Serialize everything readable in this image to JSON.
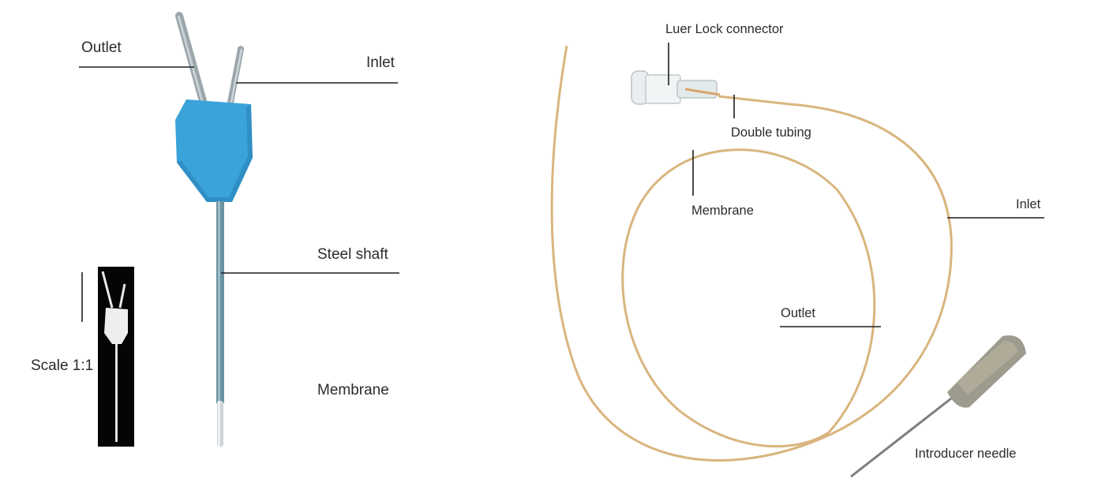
{
  "left": {
    "labels": {
      "outlet": "Outlet",
      "inlet": "Inlet",
      "steel_shaft": "Steel shaft",
      "membrane": "Membrane",
      "scale": "Scale 1:1"
    },
    "colors": {
      "hub": "#3aa3d9",
      "hub_shadow": "#2680b3",
      "shaft": "#6a93a3",
      "tubes": "#9aa6ab"
    }
  },
  "right": {
    "labels": {
      "luer_lock": "Luer Lock connector",
      "double_tubing": "Double tubing",
      "membrane": "Membrane",
      "inlet": "Inlet",
      "outlet": "Outlet",
      "introducer_needle": "Introducer needle"
    },
    "colors": {
      "tubing": "#d9b57e",
      "connector": "#e9eef0",
      "needle_hub": "#8c8a7a",
      "needle": "#7b7f82"
    }
  }
}
